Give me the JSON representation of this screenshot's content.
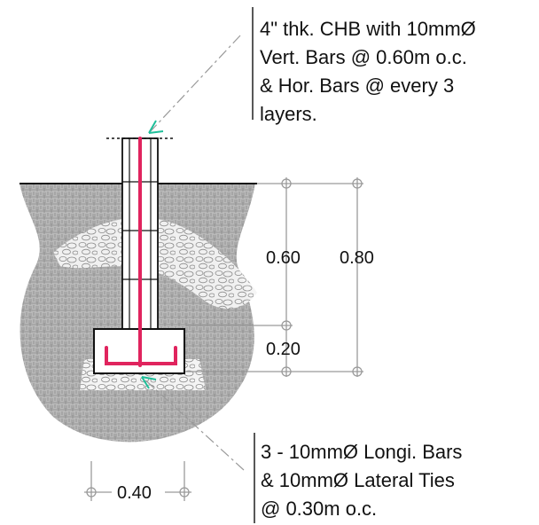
{
  "top_note": {
    "lines": [
      "4\" thk. CHB with 10mmØ",
      "Vert. Bars @ 0.60m o.c.",
      "& Hor. Bars @ every 3",
      "layers."
    ]
  },
  "bottom_note": {
    "lines": [
      "3 - 10mmØ Longi. Bars",
      "& 10mmØ Lateral Ties",
      "@ 0.30m o.c."
    ]
  },
  "dimensions": {
    "wall_depth": "0.60",
    "total_depth": "0.80",
    "footing_thickness": "0.20",
    "footing_width": "0.40"
  },
  "colors": {
    "rebar": "#e0245e",
    "leader_arrow": "#1fbf9a",
    "soil": "#b9b9b9",
    "line": "#111111",
    "dim_line": "#9a9a9a"
  }
}
